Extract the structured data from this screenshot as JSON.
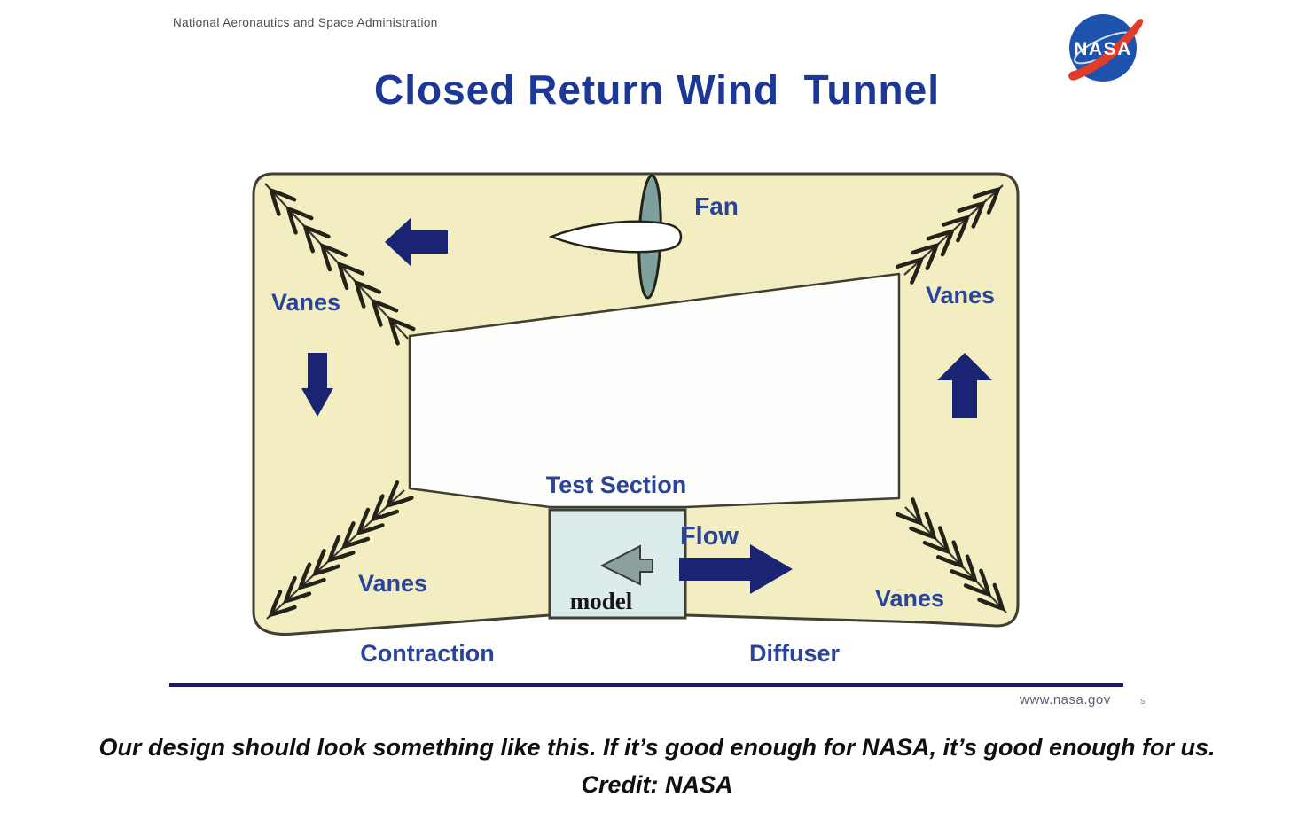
{
  "header": {
    "agency_line": "National Aeronautics and Space Administration",
    "title": "Closed Return Wind  Tunnel",
    "logo_text": "NASA"
  },
  "diagram": {
    "labels": {
      "fan": "Fan",
      "vanes_top_left": "Vanes",
      "vanes_top_right": "Vanes",
      "vanes_bottom_left": "Vanes",
      "vanes_bottom_right": "Vanes",
      "test_section": "Test Section",
      "flow": "Flow",
      "model": "model",
      "contraction": "Contraction",
      "diffuser": "Diffuser"
    },
    "colors": {
      "duct_fill": "#f3eec1",
      "outline": "#403f33",
      "interior_fill": "#fdfdfc",
      "arrow_navy": "#1b2373",
      "label_blue": "#2a449c",
      "title_blue": "#1c3796",
      "fan_blade": "#7ea19d",
      "test_box_fill": "#dcebec",
      "model_arrow": "#8ca19f",
      "nasa_logo_blue": "#1d53ad",
      "nasa_logo_red": "#e13c27",
      "footer_line": "#1b1a66"
    }
  },
  "footer": {
    "url": "www.nasa.gov",
    "page_marker": "s"
  },
  "caption": {
    "line1": "Our design should look something like this. If it’s good enough for NASA, it’s good enough for us.",
    "line2": "Credit: NASA"
  }
}
